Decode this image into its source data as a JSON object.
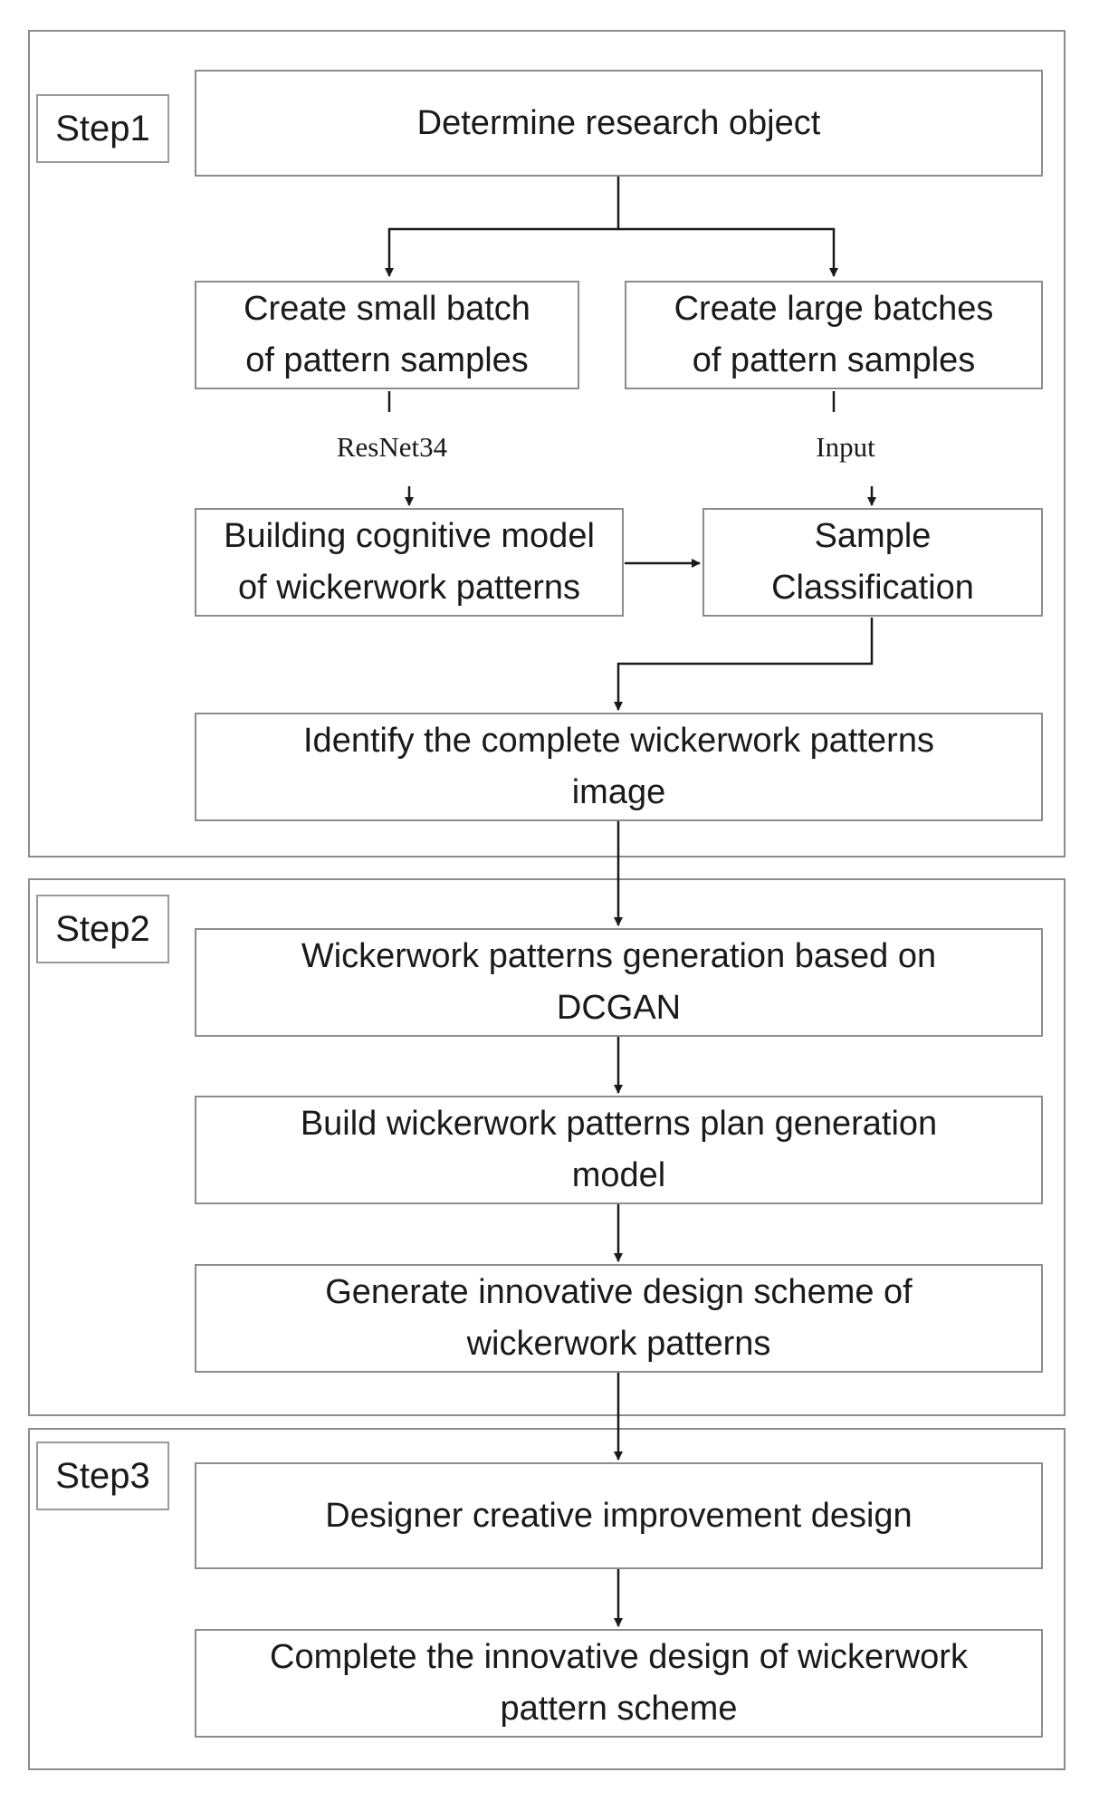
{
  "steps": [
    {
      "label": "Step1"
    },
    {
      "label": "Step2"
    },
    {
      "label": "Step3"
    }
  ],
  "nodes": {
    "determine": "Determine research object",
    "small_batch": "Create small batch\nof pattern samples",
    "large_batch": "Create large batches\nof pattern samples",
    "cognitive_model": "Building cognitive model\nof wickerwork patterns",
    "sample_classification": "Sample\nClassification",
    "identify": "Identify the complete wickerwork patterns\nimage",
    "dcgan": "Wickerwork patterns generation based on\nDCGAN",
    "plan_model": "Build wickerwork patterns plan generation\nmodel",
    "innovative_scheme": "Generate innovative design scheme of\nwickerwork patterns",
    "designer": "Designer creative improvement design",
    "complete": "Complete the innovative design of wickerwork\npattern scheme"
  },
  "edge_labels": {
    "resnet": "ResNet34",
    "input": "Input"
  }
}
